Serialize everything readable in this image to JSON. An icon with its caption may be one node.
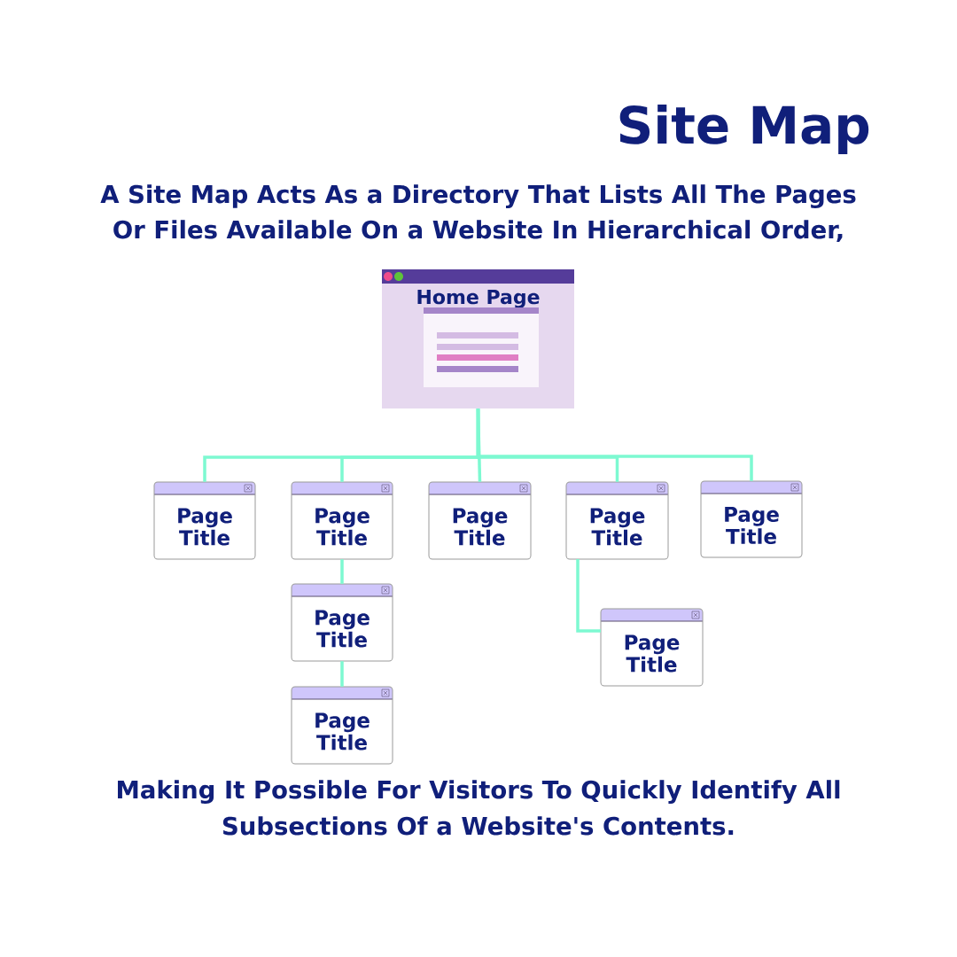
{
  "diagram": {
    "title": "Site Map",
    "caption": "Making It Possible For Visitors To Quickly Identify All Subsections Of a Website's Contents.",
    "nodes": [
      {
        "text": [
          "Home Page"
        ]
      },
      {
        "text": [
          "Page Title"
        ]
      },
      {
        "text": [
          "Page Title"
        ]
      },
      {
        "text": [
          "Page Title"
        ]
      },
      {
        "text": [
          "Page Title"
        ]
      },
      {
        "text": [
          "Page Title"
        ]
      },
      {
        "text": [
          "Page Title"
        ]
      },
      {
        "text": [
          "Page Title"
        ]
      },
      {
        "text": [
          "Page Title"
        ]
      }
    ],
    "edges": [
      {
        "from": 0,
        "to": 1,
        "arrow": "none"
      },
      {
        "from": 0,
        "to": 2,
        "arrow": "none"
      },
      {
        "from": 0,
        "to": 3,
        "arrow": "none"
      },
      {
        "from": 0,
        "to": 4,
        "arrow": "none"
      },
      {
        "from": 0,
        "to": 5,
        "arrow": "none"
      },
      {
        "from": 2,
        "to": 6,
        "arrow": "none"
      },
      {
        "from": 6,
        "to": 7,
        "arrow": "none"
      },
      {
        "from": 4,
        "to": 8,
        "arrow": "none"
      }
    ],
    "labels": [
      "A Site Map Acts As a Directory That Lists All The Pages Or Files Available On a Website In Hierarchical Order,"
    ]
  }
}
